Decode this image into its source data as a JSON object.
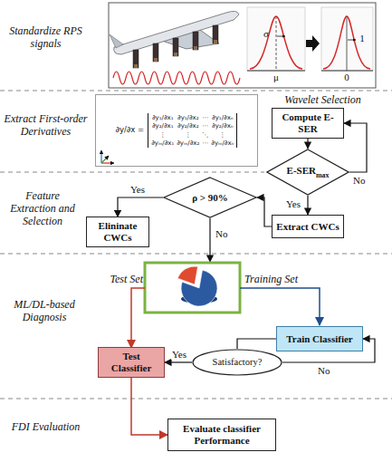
{
  "diagram": {
    "nodes": [
      {
        "text": [
          "∂y/∂x =",
          "∂y₁/∂x₁",
          "∂y₁/∂x₂",
          "⋯",
          "∂y₁/∂xₙ",
          "∂y₂/∂x₁",
          "∂y₂/∂x₂",
          "⋯",
          "∂y₂/∂xₙ",
          "⋮",
          "⋮",
          "⋱",
          "⋮",
          "∂yₘ/∂x₁",
          "∂yₘ/∂x₂",
          "⋯",
          "∂yₘ/∂xₙ"
        ]
      },
      {
        "text": [
          "Compute E-SER"
        ]
      },
      {
        "text": [
          "E-SER",
          "max"
        ]
      },
      {
        "text": [
          "Extract CWCs"
        ]
      },
      {
        "text": [
          "ρ > 90%"
        ]
      },
      {
        "text": [
          "Elininate CWCs"
        ]
      },
      {
        "text": [
          "Test Classifier"
        ]
      },
      {
        "text": [
          "Train Classifier"
        ]
      },
      {
        "text": [
          "Satisfactory?"
        ]
      },
      {
        "text": [
          "Evaluate classifier Performance"
        ]
      }
    ],
    "edges": [
      {
        "from": 1,
        "to": 2,
        "arrow": "to"
      },
      {
        "from": 2,
        "to": 1,
        "arrow": "to",
        "label": "No"
      },
      {
        "from": 2,
        "to": 3,
        "arrow": "to",
        "label": "Yes"
      },
      {
        "from": 3,
        "to": 4,
        "arrow": "to"
      },
      {
        "from": 4,
        "to": 5,
        "arrow": "to",
        "label": "Yes"
      },
      {
        "from": 7,
        "to": 8,
        "arrow": "none"
      },
      {
        "from": 8,
        "to": 7,
        "arrow": "to",
        "label": "No"
      },
      {
        "from": 8,
        "to": 6,
        "arrow": "to",
        "label": "Yes"
      },
      {
        "from": 6,
        "to": 9,
        "arrow": "to"
      }
    ],
    "labels": [
      "Standardize RPS signals",
      "σ",
      "μ",
      "1",
      "0",
      "Extract First-order Derivatives",
      "Wavelet Selection",
      "Feature Extraction and Selection",
      "No",
      "ML/DL-based Diagnosis",
      "Test Set",
      "Training Set",
      "FDI Evaluation"
    ]
  }
}
